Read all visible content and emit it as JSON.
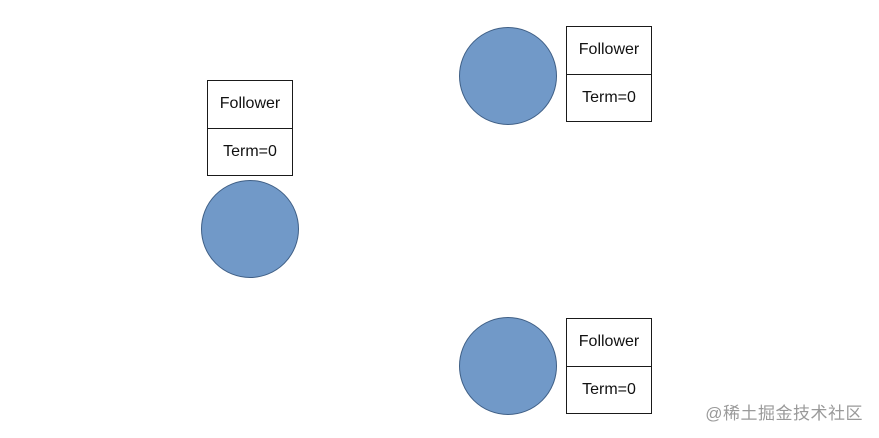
{
  "colors": {
    "node_fill": "#7199c8",
    "node_border": "#3f5f86",
    "box_border": "#1a1a1a",
    "watermark": "#9a9a9a"
  },
  "nodes": [
    {
      "role": "Follower",
      "term": "Term=0"
    },
    {
      "role": "Follower",
      "term": "Term=0"
    },
    {
      "role": "Follower",
      "term": "Term=0"
    }
  ],
  "watermark": "@稀土掘金技术社区"
}
